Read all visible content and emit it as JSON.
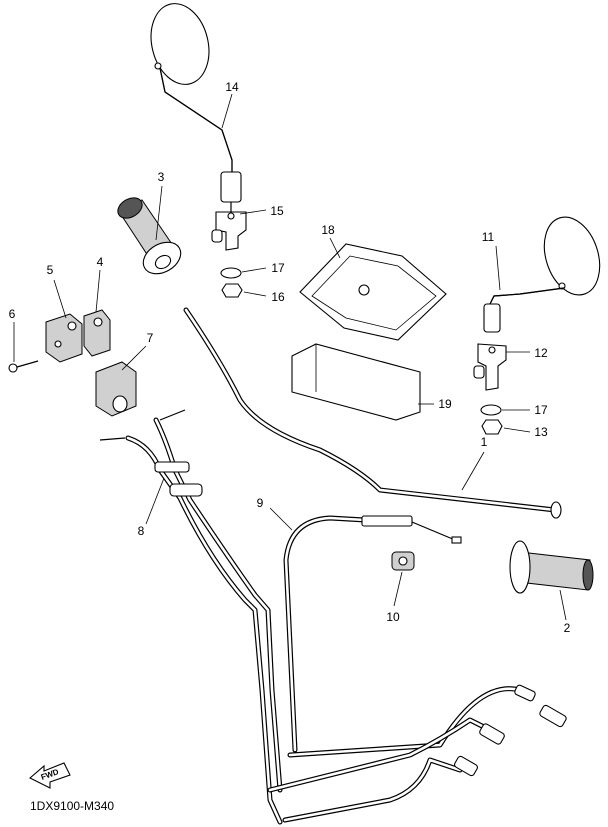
{
  "diagram": {
    "code": "1DX9100-M340",
    "fwd_label": "FWD",
    "callouts": [
      "1",
      "2",
      "3",
      "4",
      "5",
      "6",
      "7",
      "8",
      "9",
      "10",
      "11",
      "12",
      "13",
      "14",
      "15",
      "16",
      "17",
      "18",
      "19",
      "17"
    ]
  }
}
